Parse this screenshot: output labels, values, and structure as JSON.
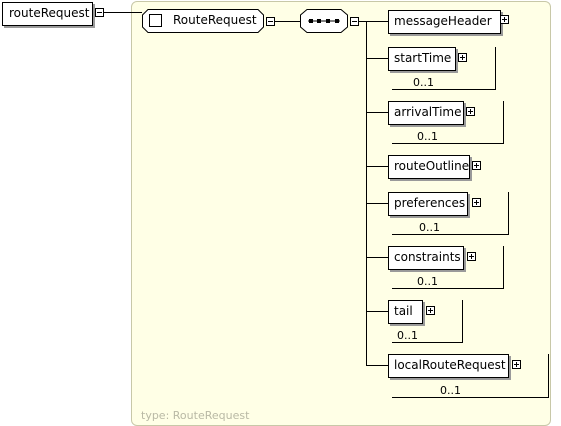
{
  "root": {
    "name": "routeRequest"
  },
  "complex_type": {
    "name": "RouteRequest",
    "footer": "type: RouteRequest"
  },
  "children": [
    {
      "name": "messageHeader",
      "occurrence": ""
    },
    {
      "name": "startTime",
      "occurrence": "0..1"
    },
    {
      "name": "arrivalTime",
      "occurrence": "0..1"
    },
    {
      "name": "routeOutline",
      "occurrence": ""
    },
    {
      "name": "preferences",
      "occurrence": "0..1"
    },
    {
      "name": "constraints",
      "occurrence": "0..1"
    },
    {
      "name": "tail",
      "occurrence": "0..1"
    },
    {
      "name": "localRouteRequest",
      "occurrence": "0..1"
    }
  ],
  "colors": {
    "type_background": "#ffffe6",
    "type_border": "#c8c8a8",
    "footer_text": "#b9b9a5",
    "shadow": "#9a9a9a"
  }
}
